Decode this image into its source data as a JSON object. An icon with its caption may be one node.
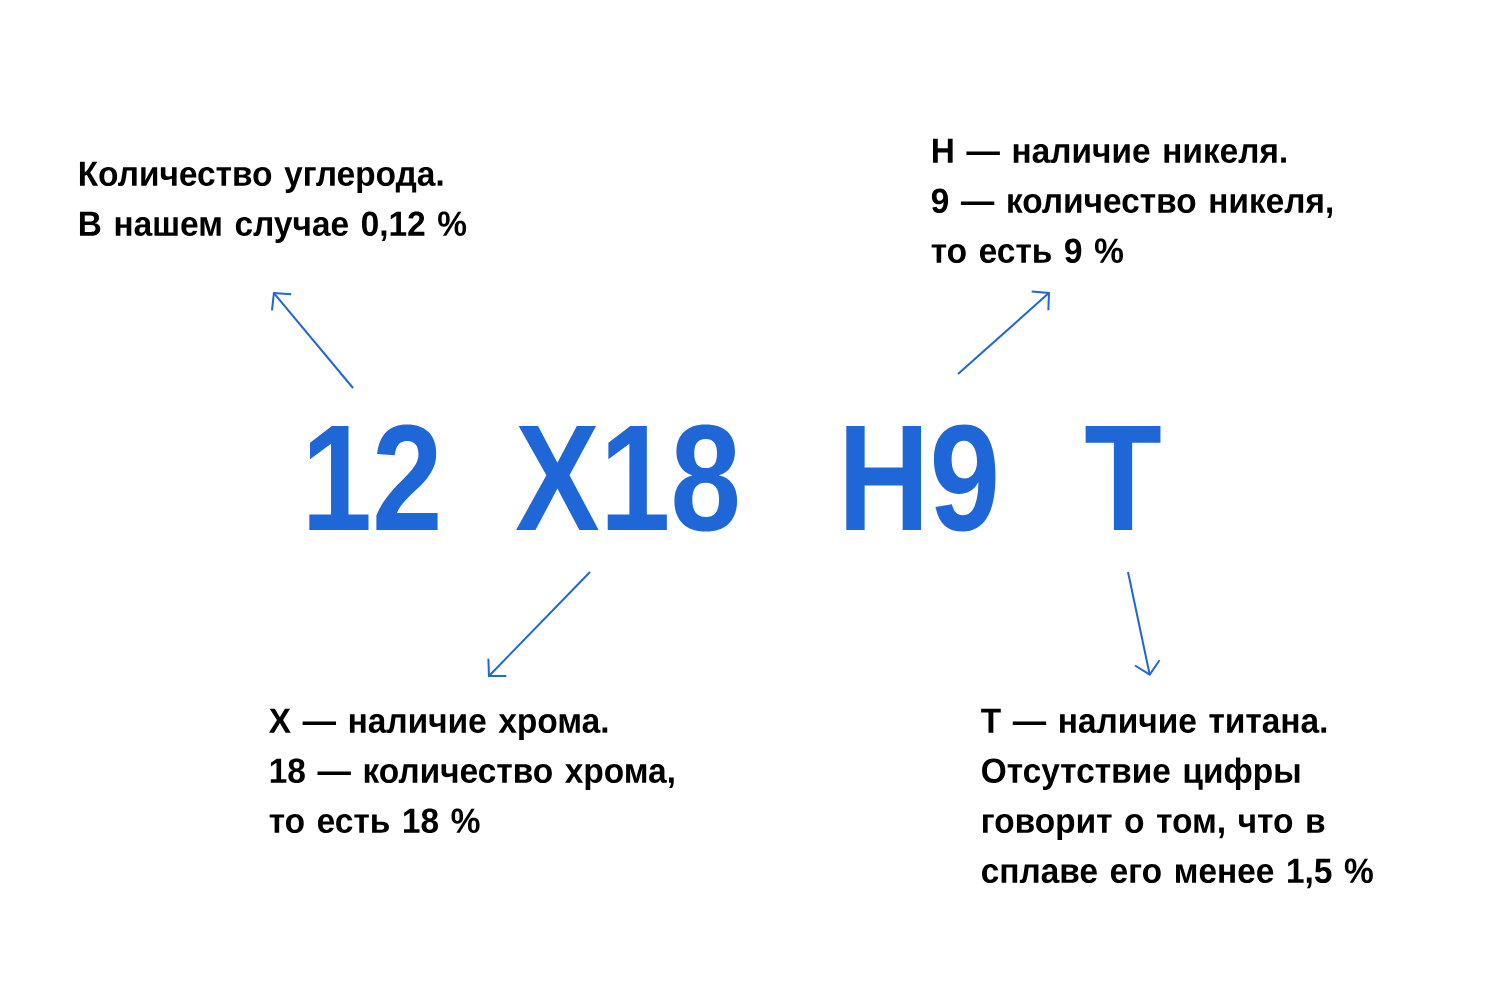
{
  "diagram": {
    "nodes": [
      {
        "text": [
          "Количество углерода.",
          "В нашем случае 0,12 %"
        ]
      },
      {
        "text": [
          "Н — наличие никеля.",
          "9 — количество никеля, то есть 9 %"
        ]
      },
      {
        "text": [
          "12"
        ]
      },
      {
        "text": [
          "Х18"
        ]
      },
      {
        "text": [
          "Н9"
        ]
      },
      {
        "text": [
          "Т"
        ]
      },
      {
        "text": [
          "Х — наличие хрома.",
          "18 — количество хрома, то есть 18 %"
        ]
      },
      {
        "text": [
          "Т — наличие титана.",
          "Отсутствие цифры говорит о том, что в сплаве его менее 1,5 %"
        ]
      }
    ],
    "edges": [
      {
        "from": 2,
        "to": 0,
        "arrow": "to"
      },
      {
        "from": 3,
        "to": 6,
        "arrow": "to"
      },
      {
        "from": 4,
        "to": 1,
        "arrow": "to"
      },
      {
        "from": 5,
        "to": 7,
        "arrow": "to"
      }
    ]
  }
}
